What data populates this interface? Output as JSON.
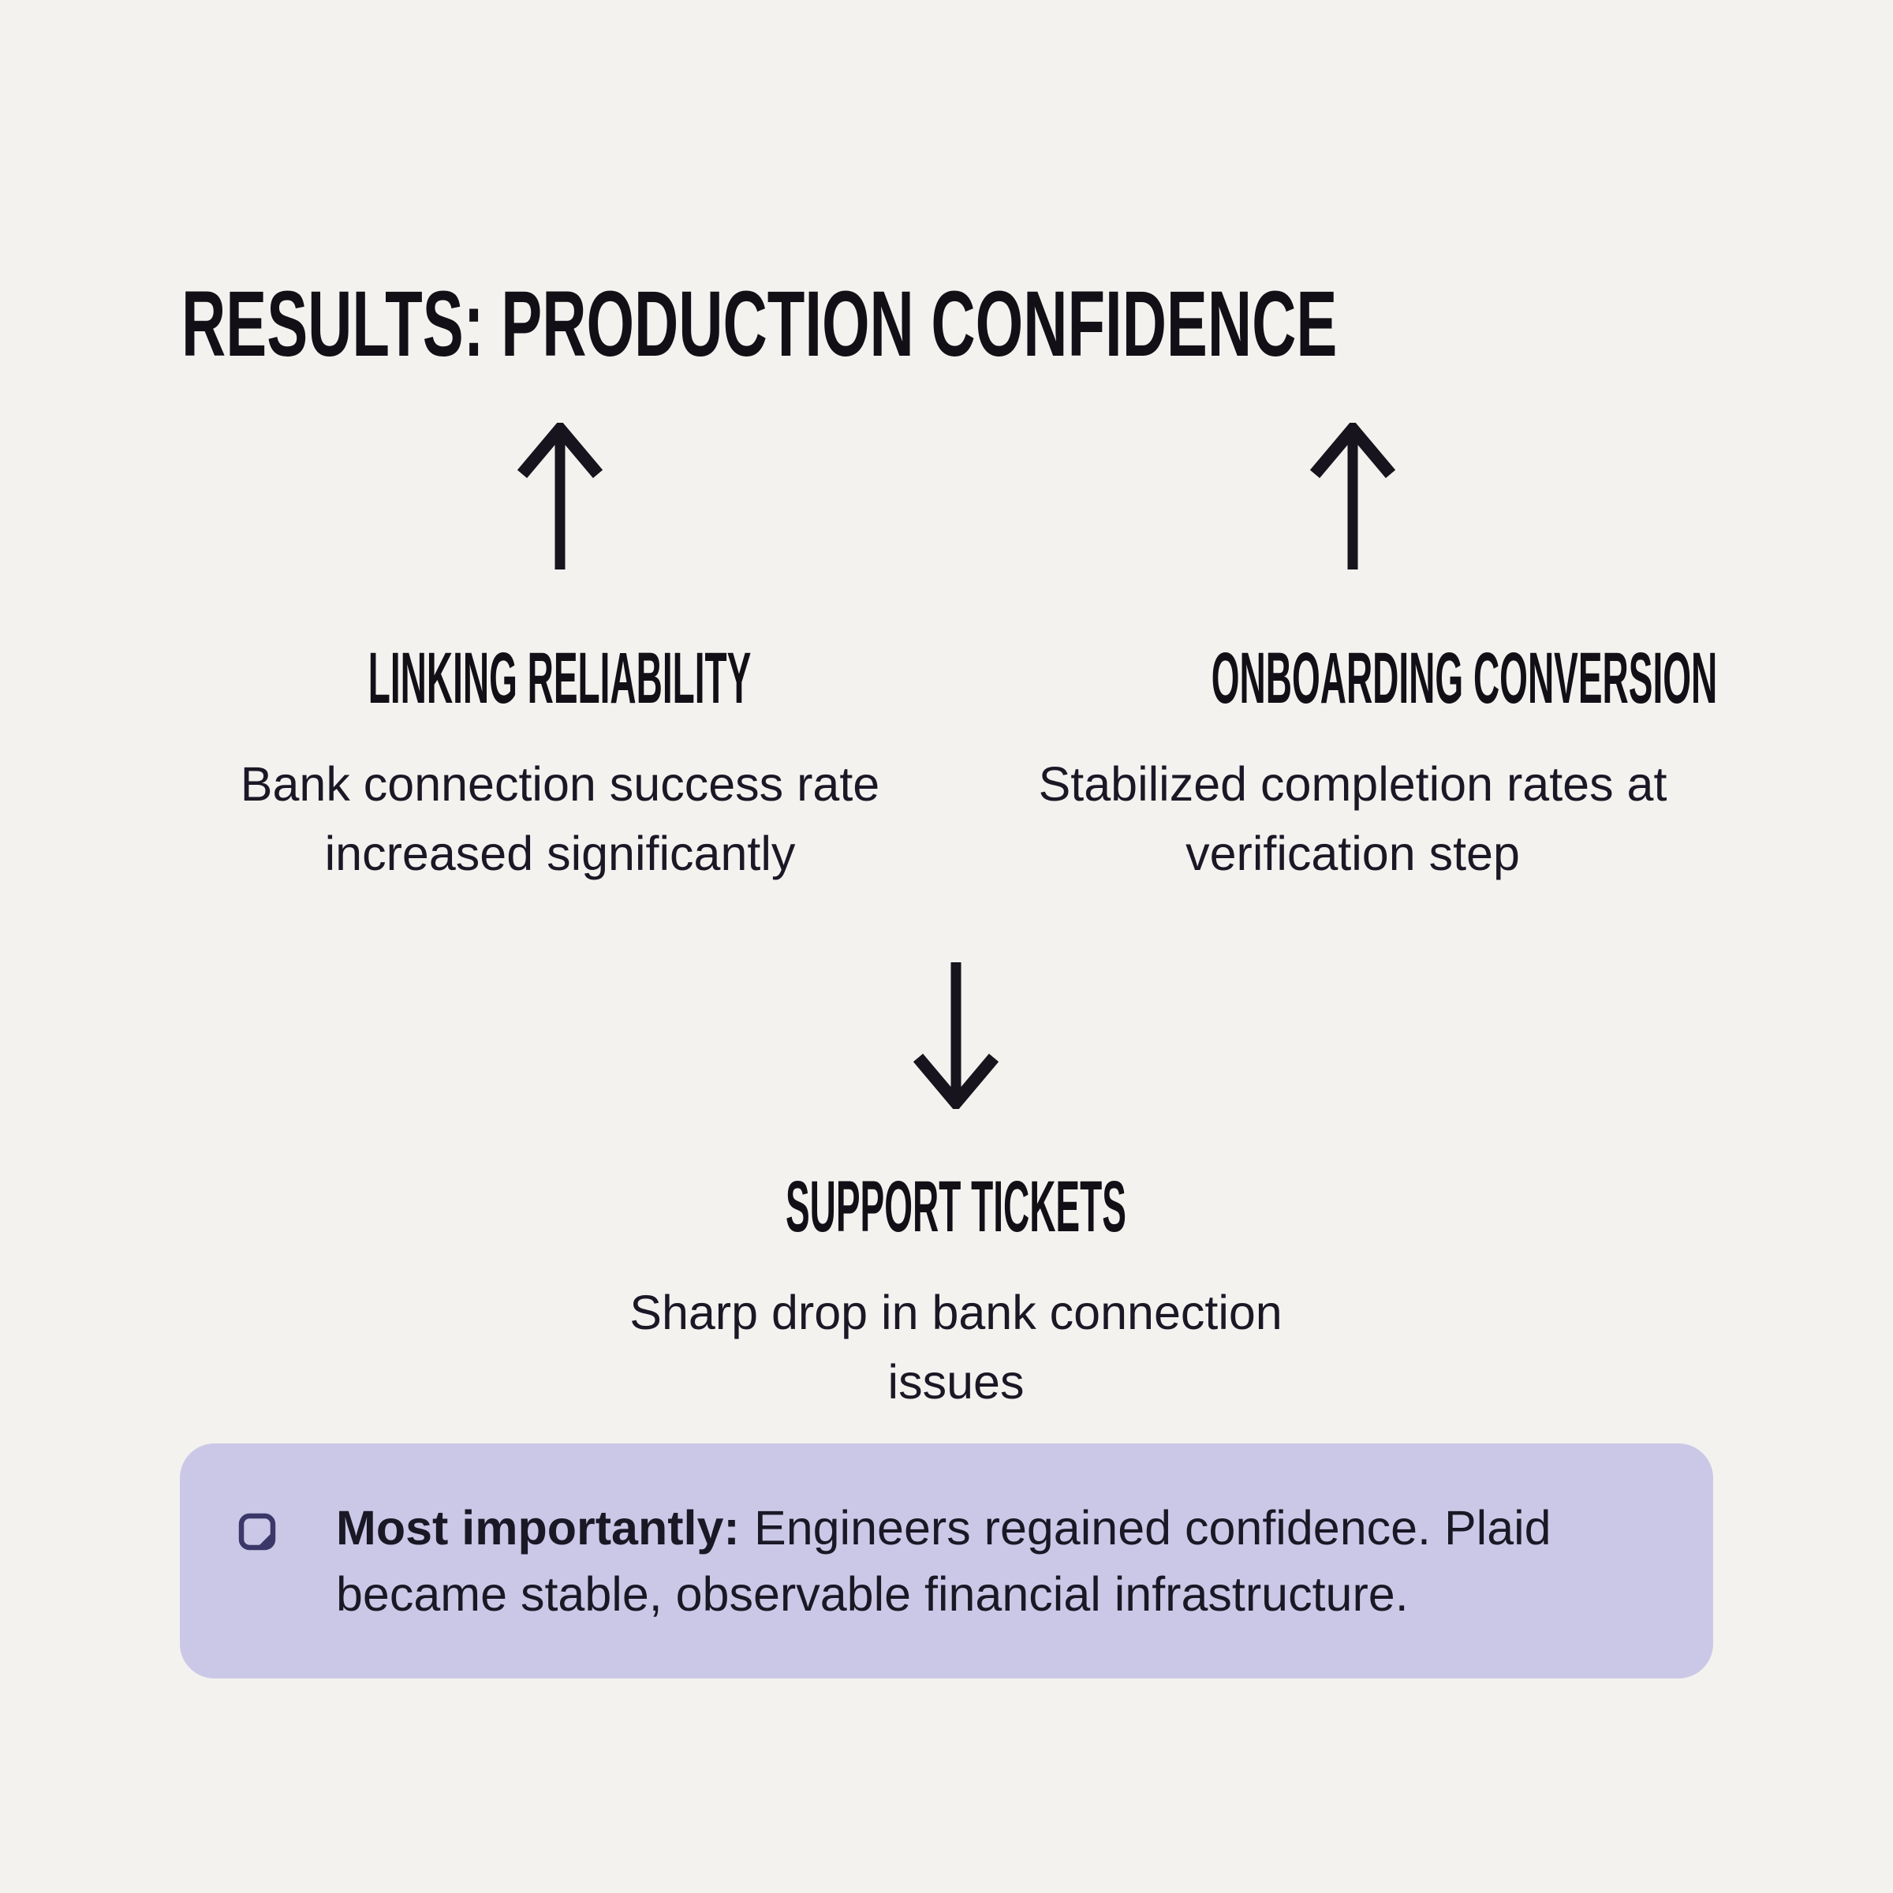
{
  "title": "RESULTS: PRODUCTION CONFIDENCE",
  "metrics": [
    {
      "trend": "up",
      "heading": "LINKING RELIABILITY",
      "lines": [
        "Bank connection success rate",
        "increased significantly"
      ]
    },
    {
      "trend": "up",
      "heading": "ONBOARDING CONVERSION",
      "lines": [
        "Stabilized completion rates at",
        "verification step"
      ]
    },
    {
      "trend": "down",
      "heading": "SUPPORT TICKETS",
      "lines": [
        "Sharp drop in bank connection",
        "issues"
      ]
    }
  ],
  "callout": {
    "icon": "sticky-note-icon",
    "lead": "Most importantly:",
    "lines": [
      "Engineers regained confidence. Plaid",
      "became stable, observable financial infrastructure."
    ]
  },
  "colors": {
    "background": "#f3f2ef",
    "text": "#17141d",
    "heading_text": "#121016",
    "callout_background": "#cbc8e7",
    "callout_icon": "#3b3768"
  }
}
